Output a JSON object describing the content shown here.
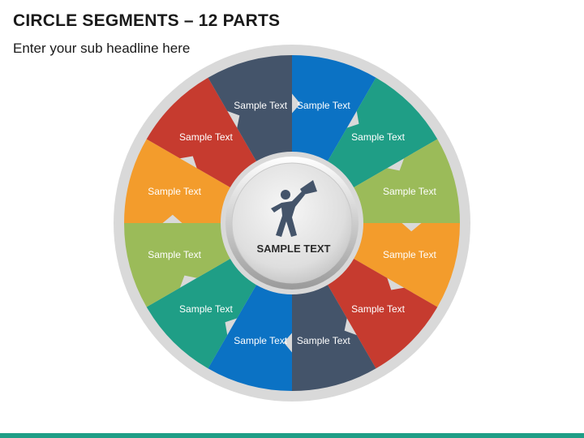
{
  "title": "CIRCLE SEGMENTS – 12 PARTS",
  "subtitle": "Enter your sub headline here",
  "center": {
    "label": "SAMPLE TEXT",
    "icon": "person-with-megaphone-icon"
  },
  "segments": [
    {
      "label": "Sample Text",
      "color": "#0b72c4"
    },
    {
      "label": "Sample Text",
      "color": "#1f9e86"
    },
    {
      "label": "Sample Text",
      "color": "#9bbb59"
    },
    {
      "label": "Sample Text",
      "color": "#f39c2c"
    },
    {
      "label": "Sample Text",
      "color": "#c63b2f"
    },
    {
      "label": "Sample Text",
      "color": "#44546a"
    },
    {
      "label": "Sample Text",
      "color": "#0b72c4"
    },
    {
      "label": "Sample Text",
      "color": "#1f9e86"
    },
    {
      "label": "Sample Text",
      "color": "#9bbb59"
    },
    {
      "label": "Sample Text",
      "color": "#f39c2c"
    },
    {
      "label": "Sample Text",
      "color": "#c63b2f"
    },
    {
      "label": "Sample Text",
      "color": "#44546a"
    }
  ],
  "colors": {
    "outer_ring": "#d9d9d9",
    "center_disc": "#e3e3e3",
    "bottom_bar": "#1f9e86"
  }
}
